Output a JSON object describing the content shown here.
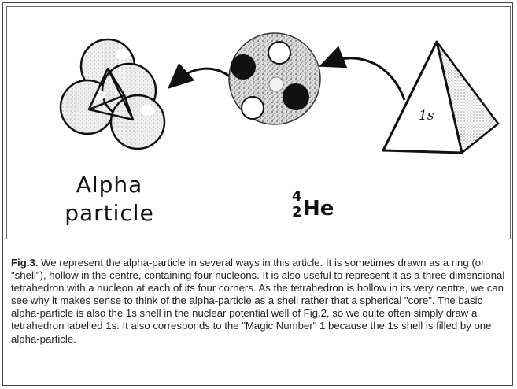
{
  "figure": {
    "alpha_label_line1": "Alpha",
    "alpha_label_line2": "particle",
    "he_mass_number": "4",
    "he_atomic_number": "2",
    "he_symbol": "He",
    "tetrahedron_label": "1s"
  },
  "caption": {
    "label": "Fig.3.",
    "text": "  We represent the alpha-particle in several ways in this article.  It is sometimes drawn as a ring (or \"shell\"), hollow in the centre, containing four nucleons.  It is also useful to represent it as a three dimensional tetrahedron with a nucleon at each of its four corners.  As the tetrahedron is hollow in its very centre, we can see why it makes sense to think of the alpha-particle as a shell rather that a spherical \"core\".  The basic alpha-particle is also the 1s shell in the nuclear potential well of Fig.2, so we quite often simply draw a tetrahedron labelled 1s.  It also corresponds to the \"Magic Number\" 1 because the 1s shell is filled by one alpha-particle."
  }
}
